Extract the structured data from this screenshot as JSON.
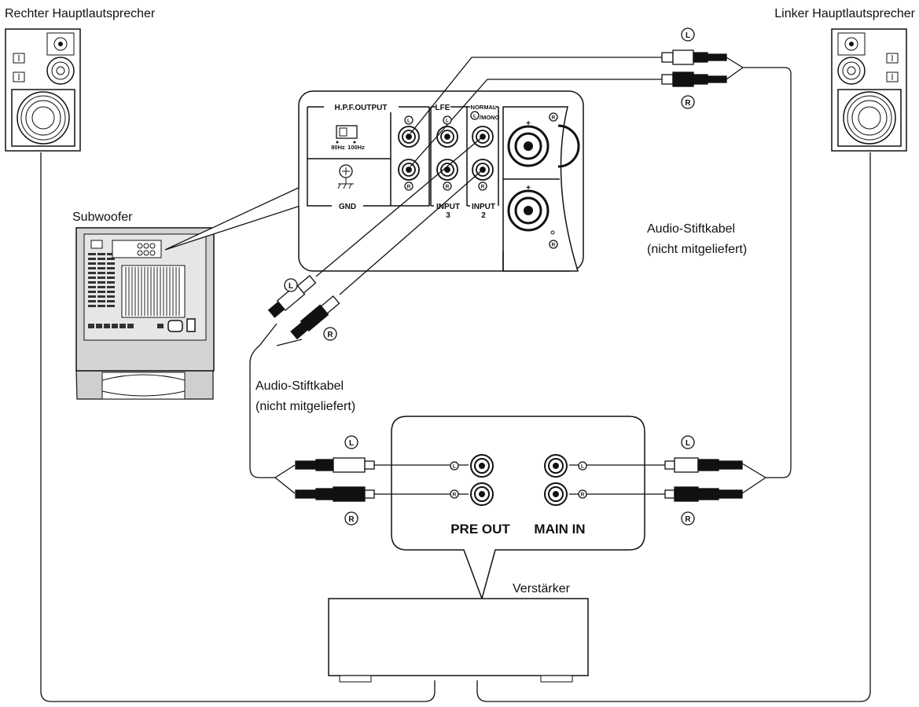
{
  "labels": {
    "right_speaker": "Rechter Hauptlautsprecher",
    "left_speaker": "Linker Hauptlautsprecher",
    "subwoofer": "Subwoofer",
    "cable_right_line1": "Audio-Stiftkabel",
    "cable_right_line2": "(nicht mitgeliefert)",
    "cable_left_line1": "Audio-Stiftkabel",
    "cable_left_line2": "(nicht mitgeliefert)",
    "amplifier": "Verstärker"
  },
  "subwoofer_panel": {
    "hpf_output": "H.P.F.OUTPUT",
    "freq_80": "80Hz",
    "freq_100": "100Hz",
    "gnd": "GND",
    "lfe": "LFE",
    "normal": "NORMAL",
    "mono": "/MONO",
    "input3_a": "INPUT",
    "input3_b": "3",
    "input2_a": "INPUT",
    "input2_b": "2",
    "plus": "+"
  },
  "amp_panel": {
    "pre_out": "PRE OUT",
    "main_in": "MAIN IN"
  },
  "channel_marks": {
    "left": "L",
    "right": "R"
  }
}
